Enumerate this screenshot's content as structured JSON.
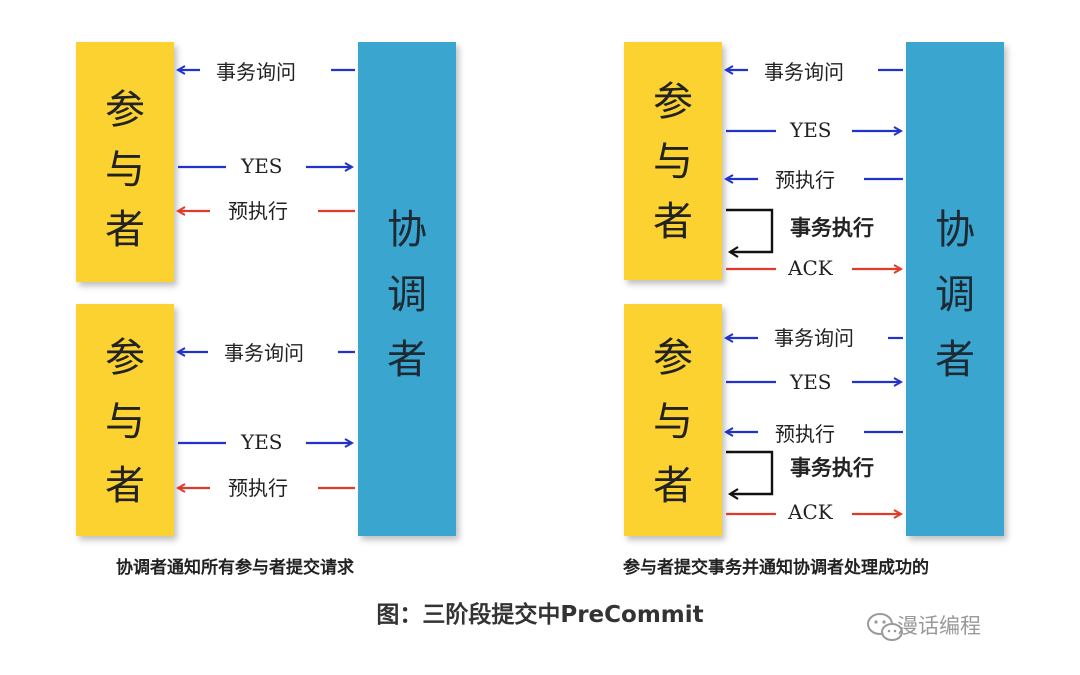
{
  "left_panel": {
    "participant_label": [
      "参",
      "与",
      "者"
    ],
    "coordinator_label": [
      "协",
      "调",
      "者"
    ],
    "group1": {
      "query": "事务询问",
      "yes": "YES",
      "precommit": "预执行"
    },
    "group2": {
      "query": "事务询问",
      "yes": "YES",
      "precommit": "预执行"
    },
    "caption": "协调者通知所有参与者提交请求"
  },
  "right_panel": {
    "participant_label": [
      "参",
      "与",
      "者"
    ],
    "coordinator_label": [
      "协",
      "调",
      "者"
    ],
    "group1": {
      "query": "事务询问",
      "yes": "YES",
      "precommit": "预执行",
      "execute": "事务执行",
      "ack": "ACK"
    },
    "group2": {
      "query": "事务询问",
      "yes": "YES",
      "precommit": "预执行",
      "execute": "事务执行",
      "ack": "ACK"
    },
    "caption": "参与者提交事务并通知协调者处理成功的"
  },
  "figure_title": "图：三阶段提交中PreCommit",
  "watermark": "漫话编程",
  "colors": {
    "participant": "#fbd230",
    "coordinator": "#3aa6d0",
    "blue_arrow": "#2233cc",
    "red_arrow": "#e03a2a"
  }
}
